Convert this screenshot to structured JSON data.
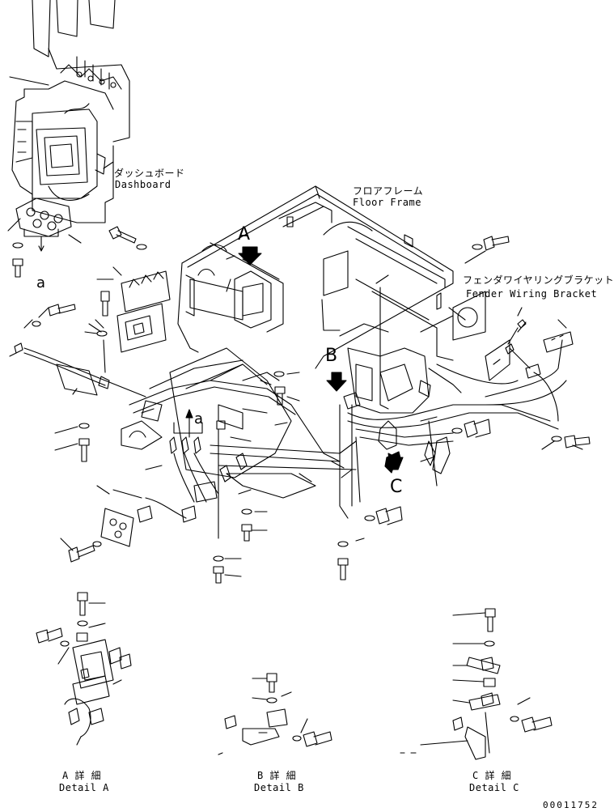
{
  "labels": {
    "dashboard_jp": "ダッシュボード",
    "dashboard_en": "Dashboard",
    "floor_frame_jp": "フロアフレーム",
    "floor_frame_en": "Floor Frame",
    "fender_jp": "フェンダワイヤリングブラケット",
    "fender_en": "Fender Wiring Bracket",
    "detail_a_jp": "A 詳 細",
    "detail_a_en": "Detail A",
    "detail_b_jp": "B 詳 細",
    "detail_b_en": "Detail B",
    "detail_c_jp": "C 詳 細",
    "detail_c_en": "Detail C",
    "callout_A": "A",
    "callout_B": "B",
    "callout_C": "C",
    "callout_a_left": "a",
    "callout_a_mid": "a",
    "part_number": "00011752"
  },
  "colors": {
    "line": "#000000",
    "background": "#ffffff"
  }
}
